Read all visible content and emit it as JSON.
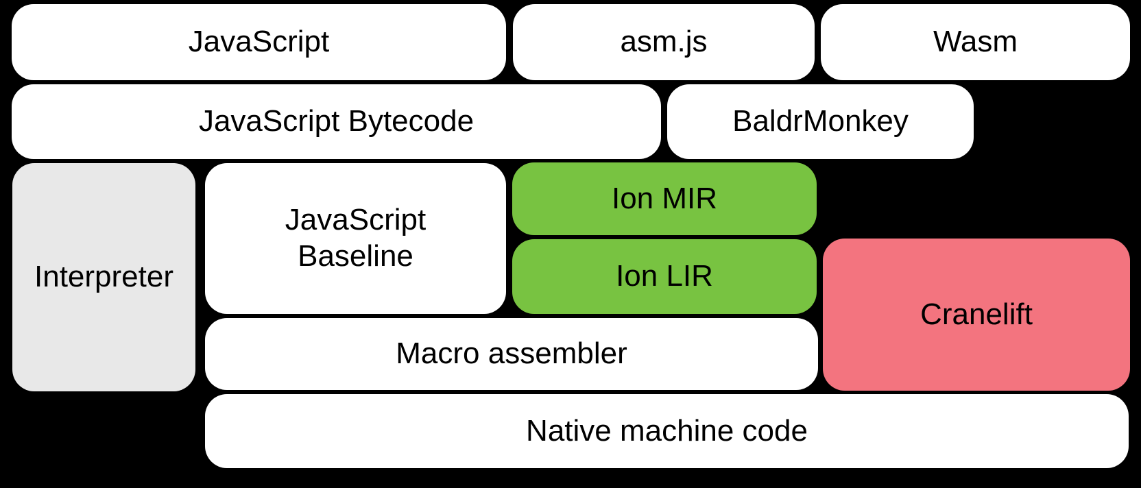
{
  "diagram": {
    "background_color": "#000000",
    "text_color": "#000000",
    "colors": {
      "white": "#ffffff",
      "gray": "#e8e8e8",
      "green": "#78c341",
      "pink": "#f3747f"
    },
    "blocks": {
      "javascript": {
        "label": "JavaScript",
        "color": "#ffffff"
      },
      "asm_js": {
        "label": "asm.js",
        "color": "#ffffff"
      },
      "wasm": {
        "label": "Wasm",
        "color": "#ffffff"
      },
      "js_bytecode": {
        "label": "JavaScript Bytecode",
        "color": "#ffffff"
      },
      "baldrmonkey": {
        "label": "BaldrMonkey",
        "color": "#ffffff"
      },
      "interpreter": {
        "label": "Interpreter",
        "color": "#e8e8e8"
      },
      "js_baseline": {
        "line1": "JavaScript",
        "line2": "Baseline",
        "color": "#ffffff"
      },
      "ion_mir": {
        "label": "Ion MIR",
        "color": "#78c341"
      },
      "ion_lir": {
        "label": "Ion LIR",
        "color": "#78c341"
      },
      "cranelift": {
        "label": "Cranelift",
        "color": "#f3747f"
      },
      "macro_assembler": {
        "label": "Macro assembler",
        "color": "#ffffff"
      },
      "native_machine_code": {
        "label": "Native machine code",
        "color": "#ffffff"
      }
    }
  }
}
